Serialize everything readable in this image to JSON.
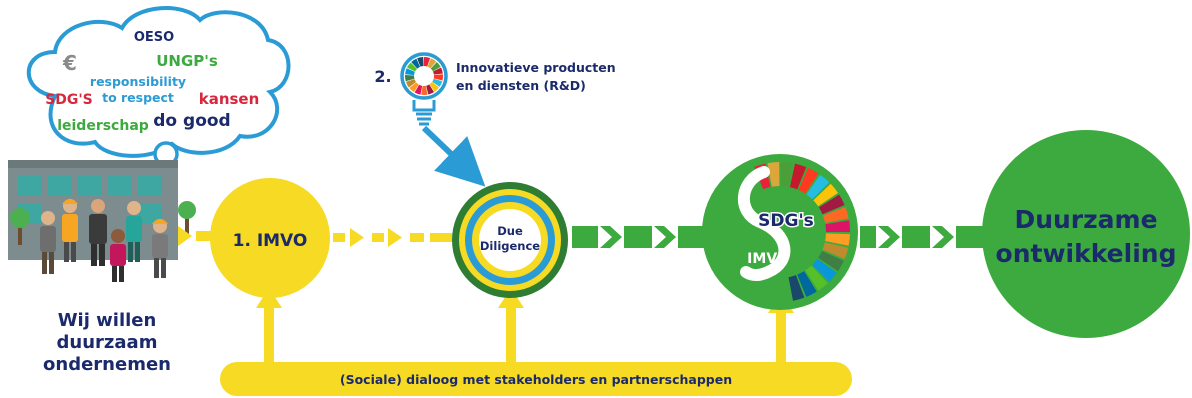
{
  "cloud": {
    "words": {
      "oeso": "OESO",
      "euro": "€",
      "ungps": "UNGP's",
      "responsibility_1": "responsibility",
      "responsibility_2": "to respect",
      "sdgs": "SDG'S",
      "kansen": "kansen",
      "leiderschap": "leiderschap",
      "do_good": "do good"
    }
  },
  "left_caption": [
    "Wij willen",
    "duurzaam",
    "ondernemen"
  ],
  "step1": {
    "label": "1. IMVO"
  },
  "step2": {
    "number": "2.",
    "line1": "Innovatieve producten",
    "line2": "en diensten (R&D)"
  },
  "due_diligence": {
    "line1": "Due",
    "line2": "Diligence"
  },
  "sdg_circle": {
    "top": "SDG's",
    "bottom": "IMVO"
  },
  "goal": {
    "line1": "Duurzame",
    "line2": "ontwikkeling"
  },
  "dialog_bar": {
    "label": "(Sociale) dialoog met stakeholders en partnerschappen"
  },
  "colors": {
    "yellow": "#F6DA24",
    "green": "#3CAA3E",
    "dark_green": "#2E7D32",
    "navy": "#1B2A6B",
    "blue": "#1E88C8",
    "red": "#D7263D",
    "cloud_stroke": "#2B9BD6",
    "building": "#7D8C8E",
    "window": "#3FA7A1"
  },
  "sdg_wheel_colors": [
    "#E5243B",
    "#DDA63A",
    "#4C9F38",
    "#C5192D",
    "#FF3A21",
    "#26BDE2",
    "#FCC30B",
    "#A21942",
    "#FD6925",
    "#DD1367",
    "#FD9D24",
    "#BF8B2E",
    "#3F7E44",
    "#0A97D9",
    "#56C02B",
    "#00689D",
    "#19486A"
  ]
}
